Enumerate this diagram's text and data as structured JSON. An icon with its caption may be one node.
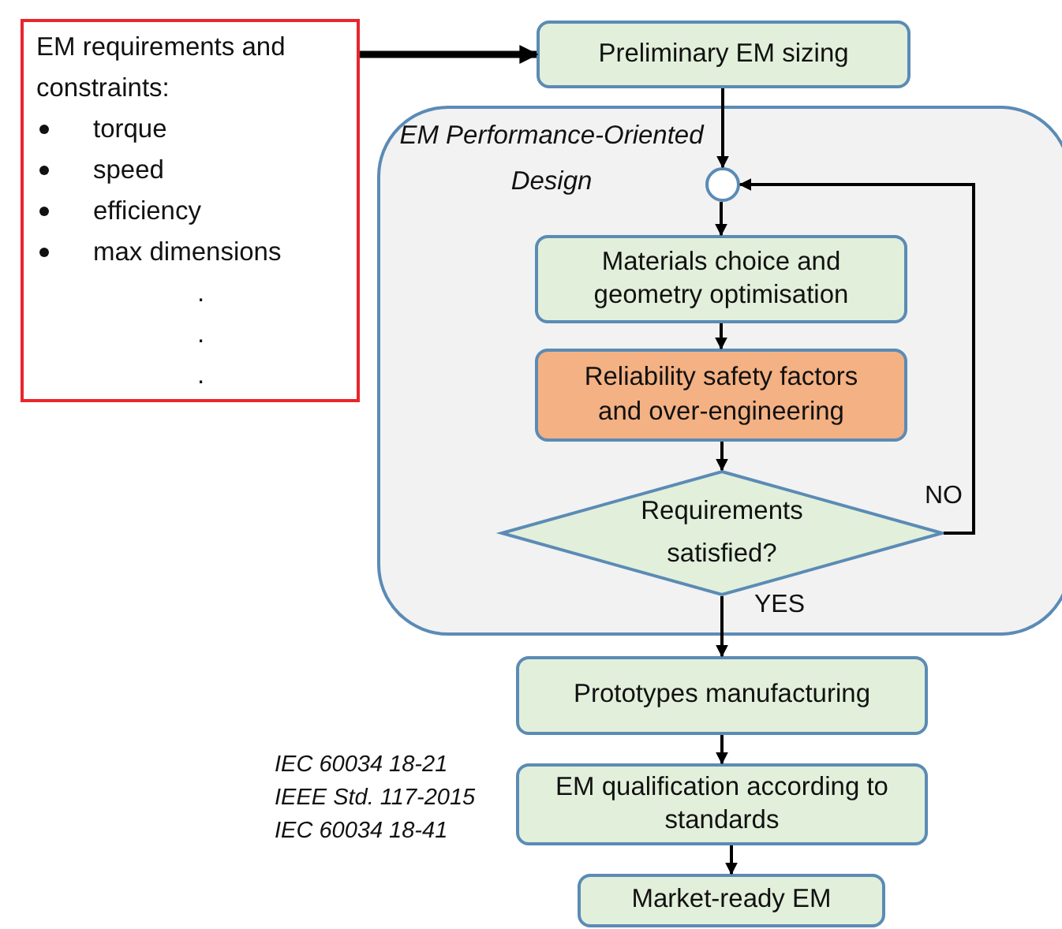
{
  "diagram": {
    "nodes": [
      {
        "text": [
          "EM requirements and constraints:",
          "torque",
          "speed",
          "efficiency",
          "max dimensions",
          ".",
          ".",
          "."
        ]
      },
      {
        "text": [
          "Preliminary EM sizing"
        ]
      },
      {
        "text": [
          "EM Performance-Oriented Design"
        ]
      },
      {
        "text": [],
        "shape": "circle",
        "in": 2
      },
      {
        "text": [
          "Materials choice and geometry optimisation"
        ],
        "in": 2
      },
      {
        "text": [
          "Reliability safety factors and over-engineering"
        ],
        "in": 2
      },
      {
        "text": [
          "Requirements satisfied?"
        ],
        "in": 2
      },
      {
        "text": [
          "Prototypes manufacturing"
        ]
      },
      {
        "text": [
          "EM qualification according to standards"
        ],
        "beside": [
          "IEC 60034 18-21",
          "IEEE Std. 117-2015",
          "IEC 60034 18-41"
        ]
      },
      {
        "text": [
          "Market-ready EM"
        ]
      }
    ],
    "edges": [
      {
        "from": 0,
        "to": 1,
        "arrow": "to",
        "style": "thick"
      },
      {
        "from": 1,
        "to": 3,
        "arrow": "to"
      },
      {
        "from": 3,
        "to": 4,
        "arrow": "to"
      },
      {
        "from": 4,
        "to": 5,
        "arrow": "to"
      },
      {
        "from": 5,
        "to": 6,
        "arrow": "to"
      },
      {
        "from": 6,
        "to": 3,
        "arrow": "to",
        "label": "NO"
      },
      {
        "from": 6,
        "to": 7,
        "arrow": "to",
        "label": "YES"
      },
      {
        "from": 7,
        "to": 8,
        "arrow": "to"
      },
      {
        "from": 8,
        "to": 9,
        "arrow": "to"
      }
    ]
  }
}
